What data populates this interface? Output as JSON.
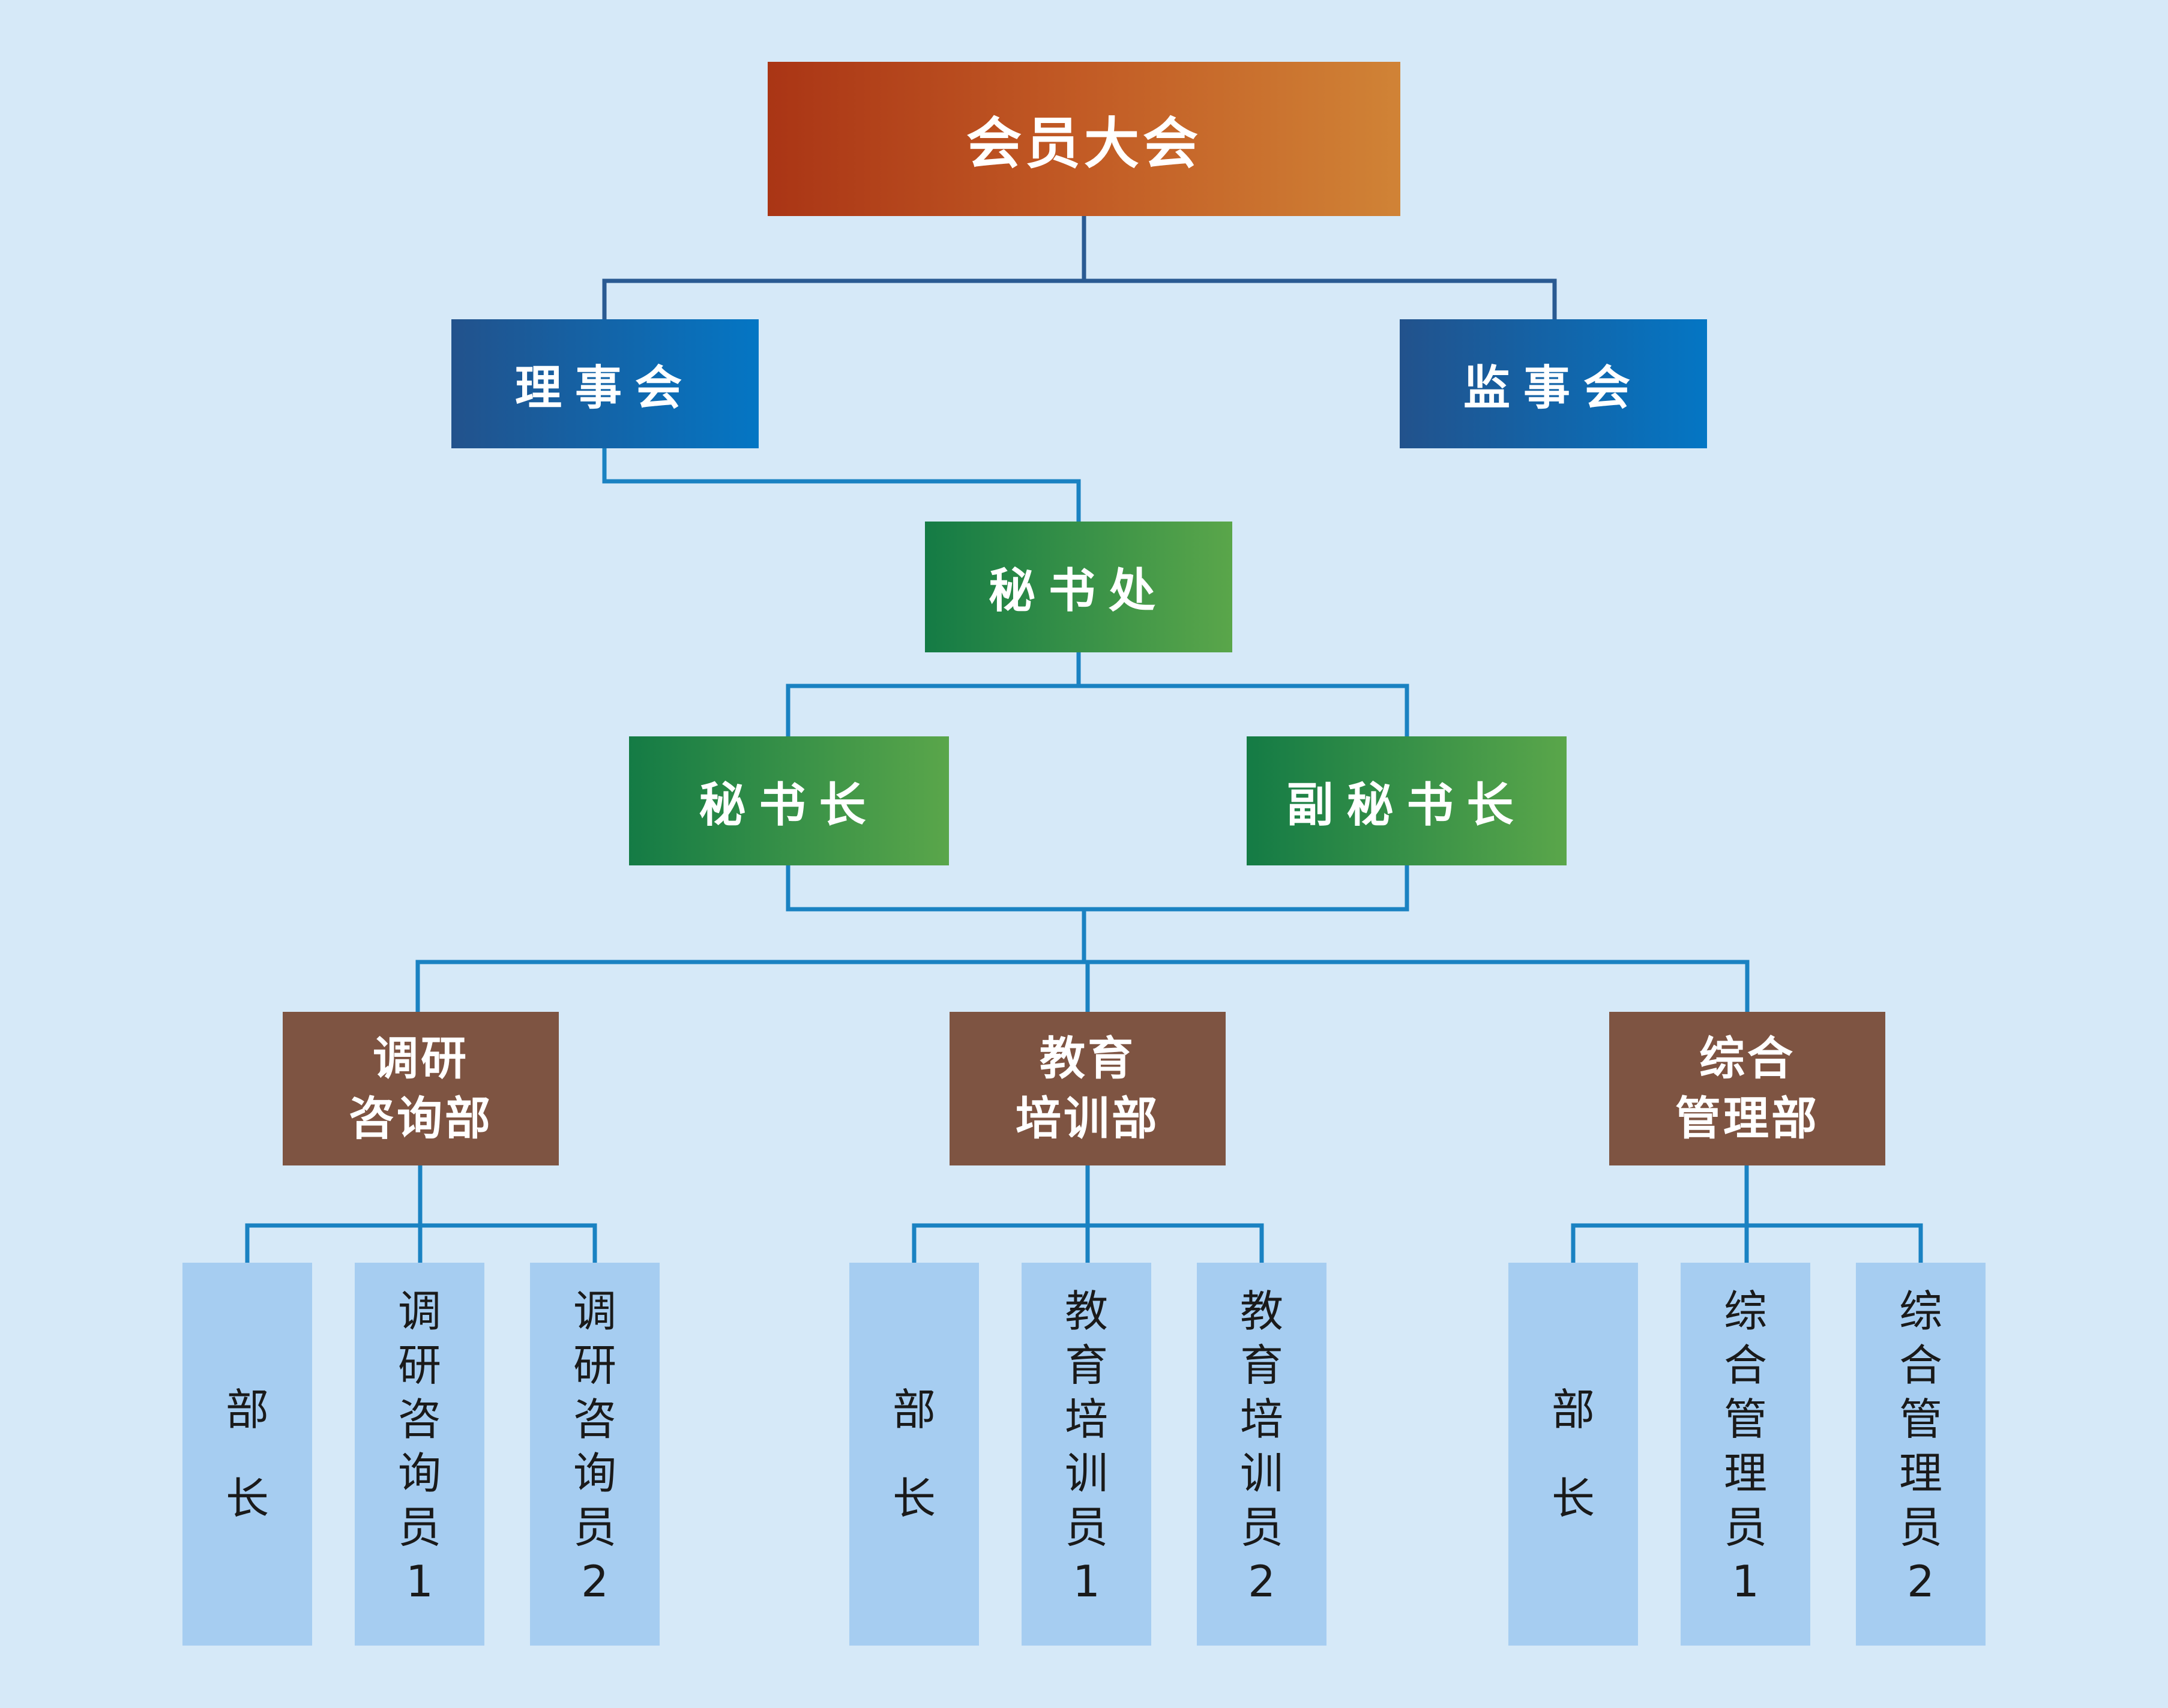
{
  "title_box": "会员大会",
  "level2": [
    "理事会",
    "监事会"
  ],
  "secretariat": "秘书处",
  "secretaries": [
    "秘书长",
    "副秘书长"
  ],
  "departments": [
    {
      "name_line1": "调研",
      "name_line2": "咨询部",
      "members": [
        "部长",
        "调研咨询员1",
        "调研咨询员2"
      ]
    },
    {
      "name_line1": "教育",
      "name_line2": "培训部",
      "members": [
        "部长",
        "教育培训员1",
        "教育培训员2"
      ]
    },
    {
      "name_line1": "综合",
      "name_line2": "管理部",
      "members": [
        "部长",
        "综合管理员1",
        "综合管理员2"
      ]
    }
  ],
  "colors": {
    "background": "#d6e9f8",
    "connector_top": "#2a5a92",
    "connector_lower": "#1a82c2",
    "top_box": [
      "#aa3515",
      "#d08336"
    ],
    "council_box": [
      "#22528c",
      "#0476c4"
    ],
    "secretariat_box": [
      "#147b45",
      "#5aa64a"
    ],
    "department_box": "#7e5442",
    "member_box": "#a6cdf1"
  }
}
